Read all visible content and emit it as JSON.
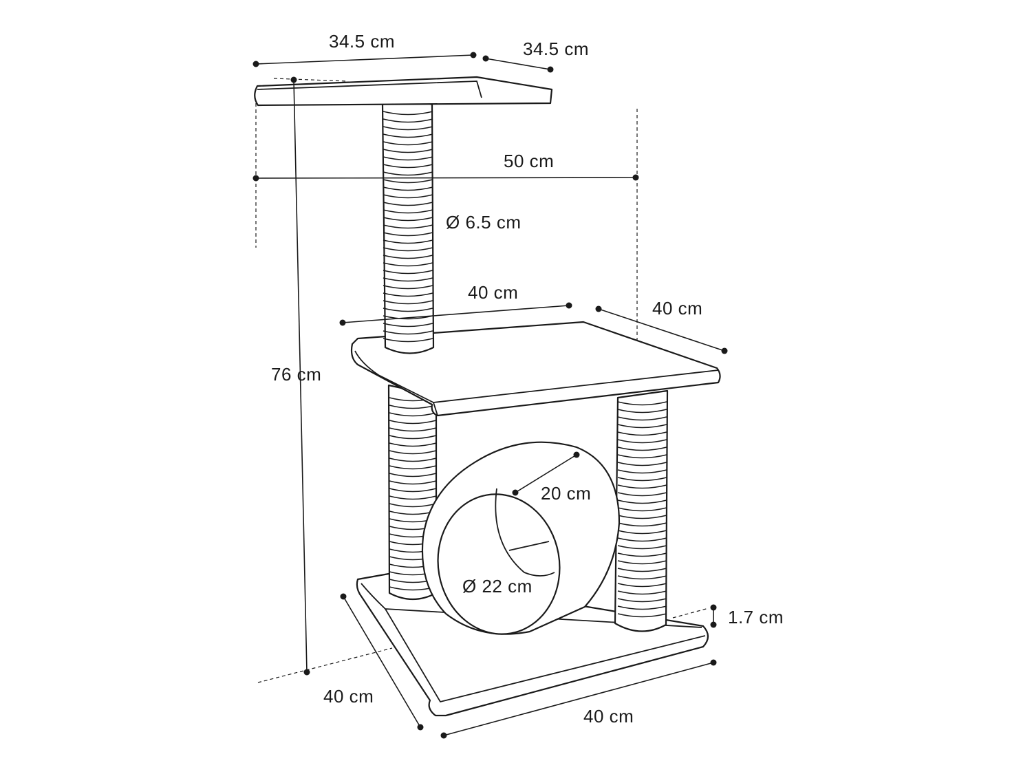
{
  "dimensions": {
    "top_width": "34.5 cm",
    "top_depth": "34.5 cm",
    "overall_width": "50 cm",
    "top_post_diameter": "Ø 6.5 cm",
    "mid_width": "40 cm",
    "mid_depth": "40 cm",
    "overall_height": "76 cm",
    "tunnel_depth": "20 cm",
    "tunnel_diameter": "Ø 22 cm",
    "base_thickness": "1.7 cm",
    "base_depth": "40 cm",
    "base_width": "40 cm"
  },
  "colors": {
    "line": "#1a1a1a",
    "fill": "#ffffff"
  }
}
